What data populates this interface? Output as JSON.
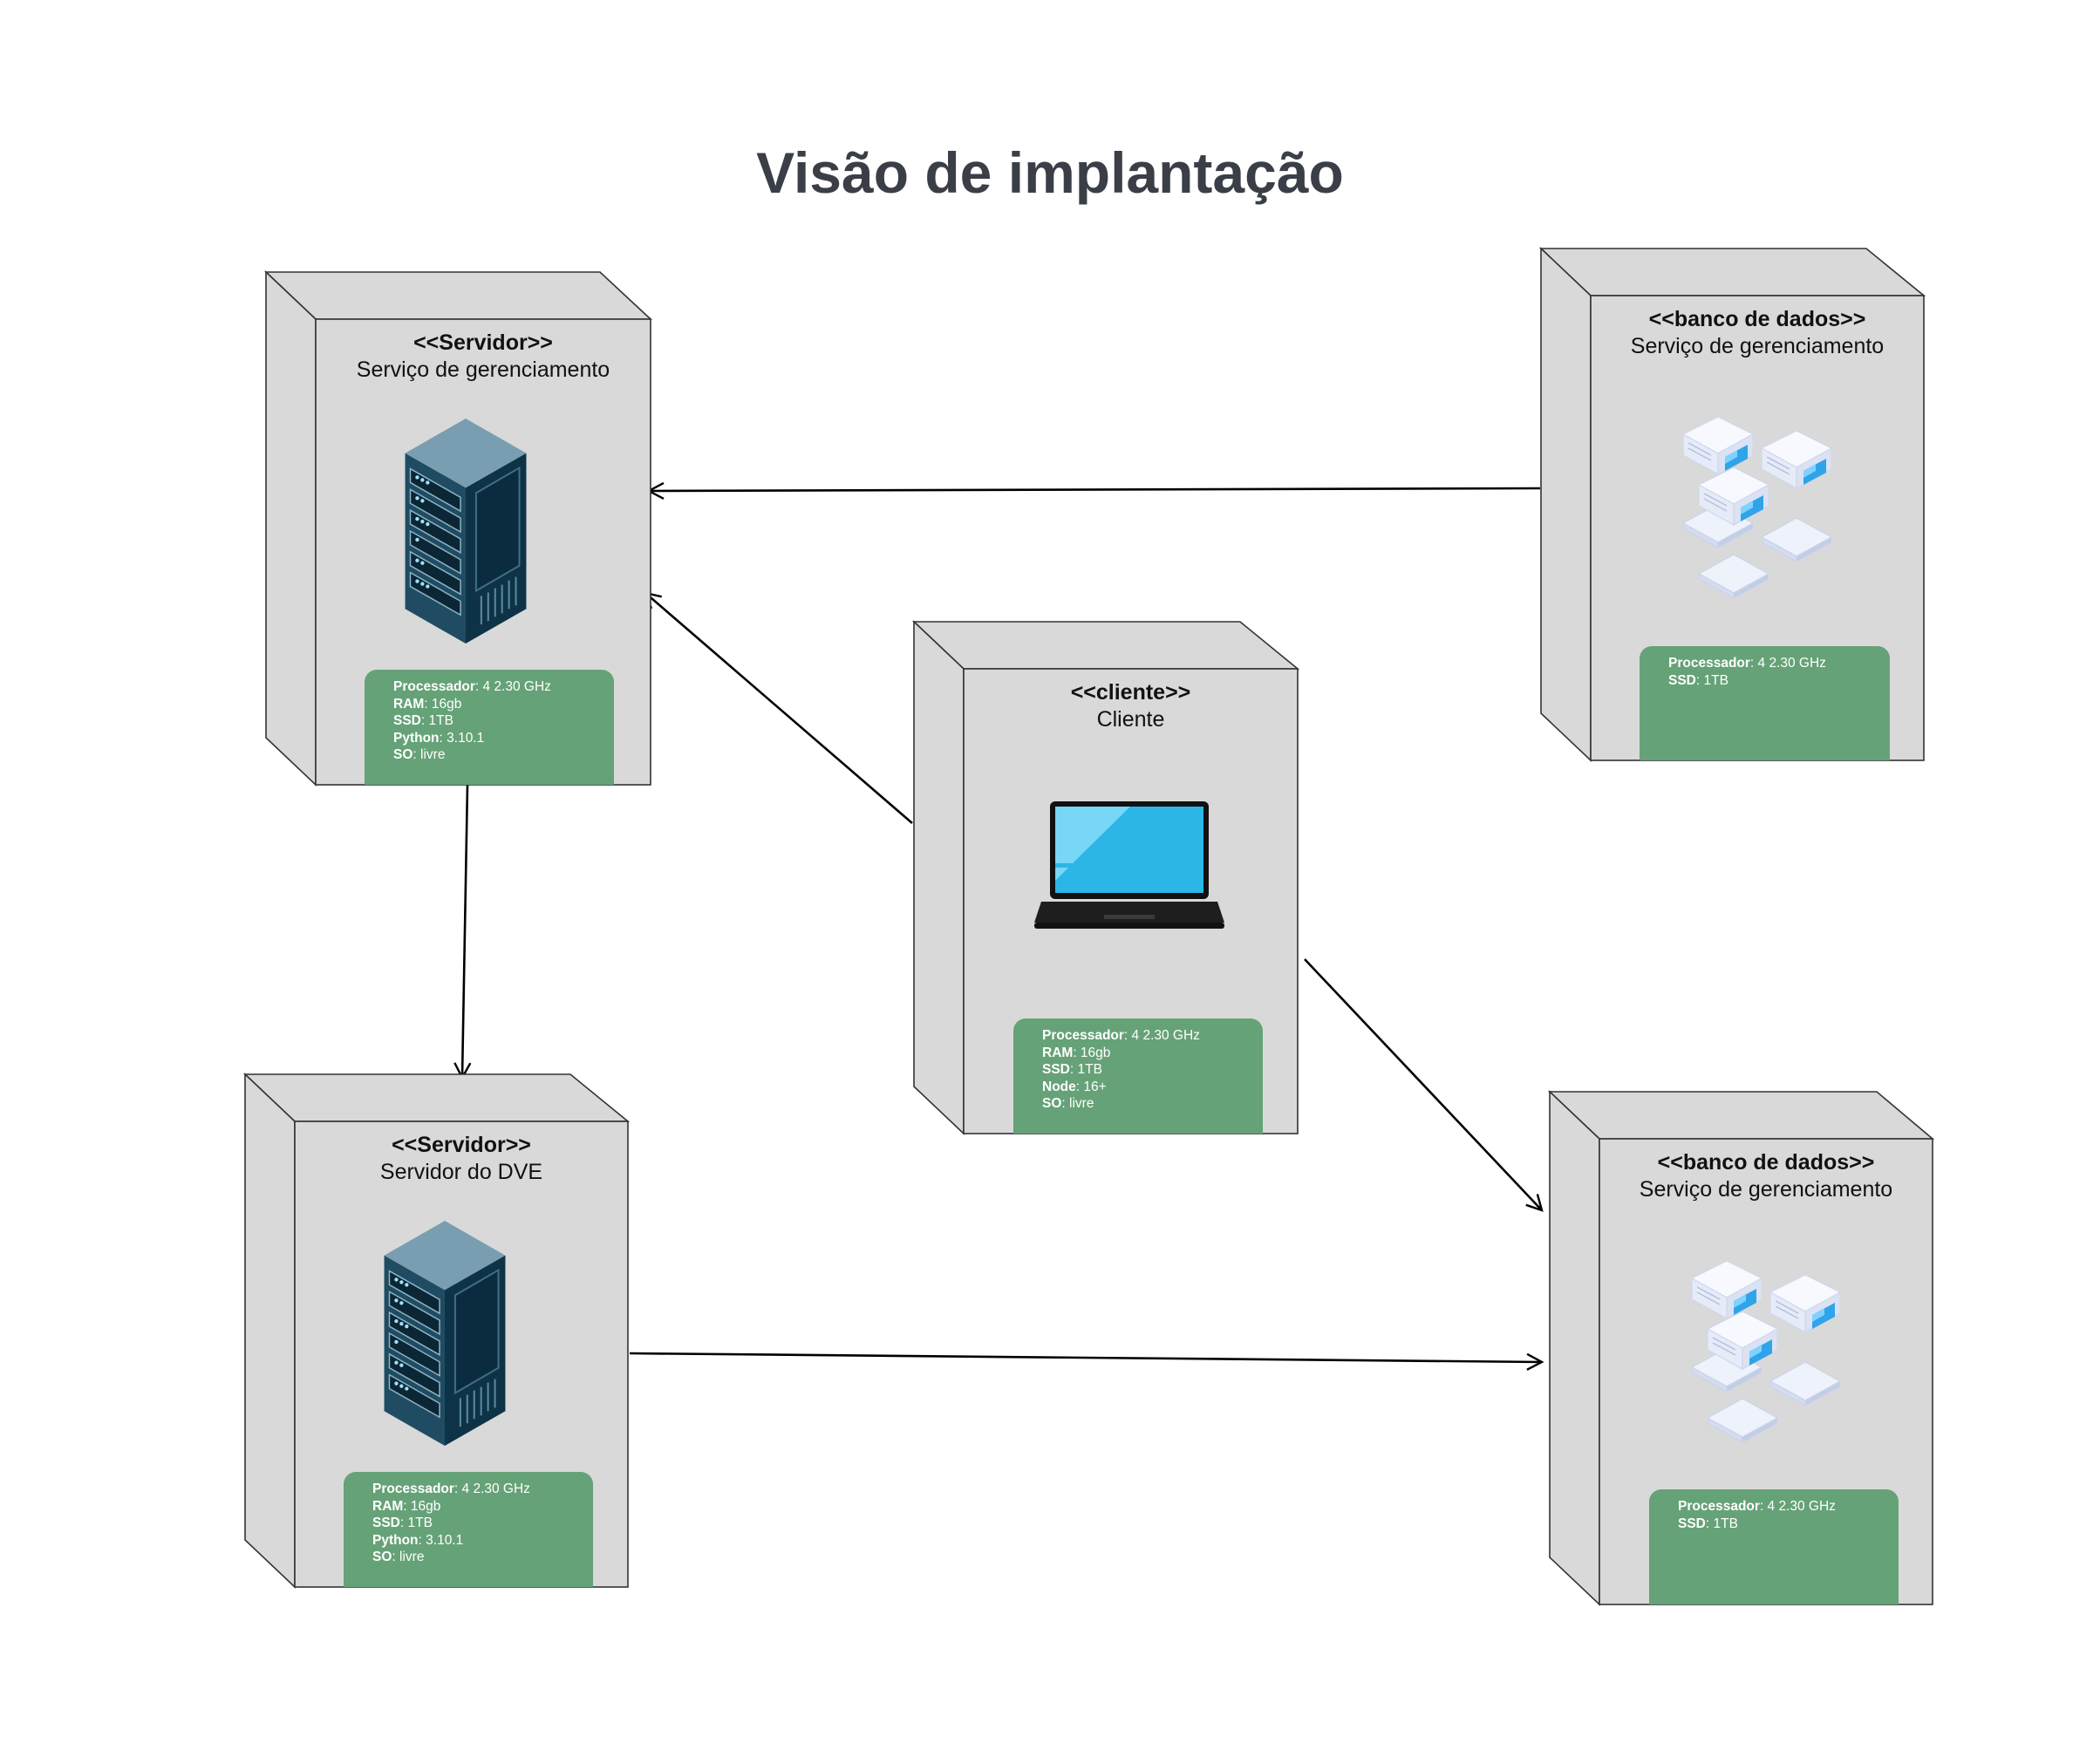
{
  "title": "Visão de implantação",
  "nodes": {
    "servidor_gerenciamento": {
      "stereotype": "<<Servidor>>",
      "name": "Serviço de gerenciamento",
      "icon": "server-rack-icon",
      "specs": [
        {
          "key": "Processador",
          "value": ": 4  2.30 GHz"
        },
        {
          "key": "RAM",
          "value": ": 16gb"
        },
        {
          "key": "SSD",
          "value": ": 1TB"
        },
        {
          "key": "Python",
          "value": ": 3.10.1"
        },
        {
          "key": "SO",
          "value": ": livre"
        }
      ]
    },
    "banco_dados_top": {
      "stereotype": "<<banco de dados>>",
      "name": "Serviço de gerenciamento",
      "icon": "database-cluster-icon",
      "specs": [
        {
          "key": "Processador",
          "value": ": 4  2.30 GHz"
        },
        {
          "key": "SSD",
          "value": ": 1TB"
        }
      ]
    },
    "cliente": {
      "stereotype": "<<cliente>>",
      "name": "Cliente",
      "icon": "laptop-icon",
      "specs": [
        {
          "key": "Processador",
          "value": ": 4  2.30 GHz"
        },
        {
          "key": "RAM",
          "value": ": 16gb"
        },
        {
          "key": "SSD",
          "value": ": 1TB"
        },
        {
          "key": "Node",
          "value": ": 16+"
        },
        {
          "key": "SO",
          "value": ": livre"
        }
      ]
    },
    "servidor_dve": {
      "stereotype": "<<Servidor>>",
      "name": "Servidor do DVE",
      "icon": "server-rack-icon",
      "specs": [
        {
          "key": "Processador",
          "value": ": 4  2.30 GHz"
        },
        {
          "key": "RAM",
          "value": ": 16gb"
        },
        {
          "key": "SSD",
          "value": ": 1TB"
        },
        {
          "key": "Python",
          "value": ": 3.10.1"
        },
        {
          "key": "SO",
          "value": ": livre"
        }
      ]
    },
    "banco_dados_bottom": {
      "stereotype": "<<banco de dados>>",
      "name": "Serviço de gerenciamento",
      "icon": "database-cluster-icon",
      "specs": [
        {
          "key": "Processador",
          "value": ": 4  2.30 GHz"
        },
        {
          "key": "SSD",
          "value": ": 1TB"
        }
      ]
    }
  },
  "connections": [
    {
      "from": "banco_dados_top",
      "to": "servidor_gerenciamento"
    },
    {
      "from": "cliente",
      "to": "servidor_gerenciamento"
    },
    {
      "from": "servidor_gerenciamento",
      "to": "servidor_dve"
    },
    {
      "from": "cliente",
      "to": "banco_dados_bottom"
    },
    {
      "from": "servidor_dve",
      "to": "banco_dados_bottom"
    }
  ],
  "colors": {
    "node_fill": "#d9d9d9",
    "spec_fill": "#66a277",
    "title": "#3a3f47"
  }
}
